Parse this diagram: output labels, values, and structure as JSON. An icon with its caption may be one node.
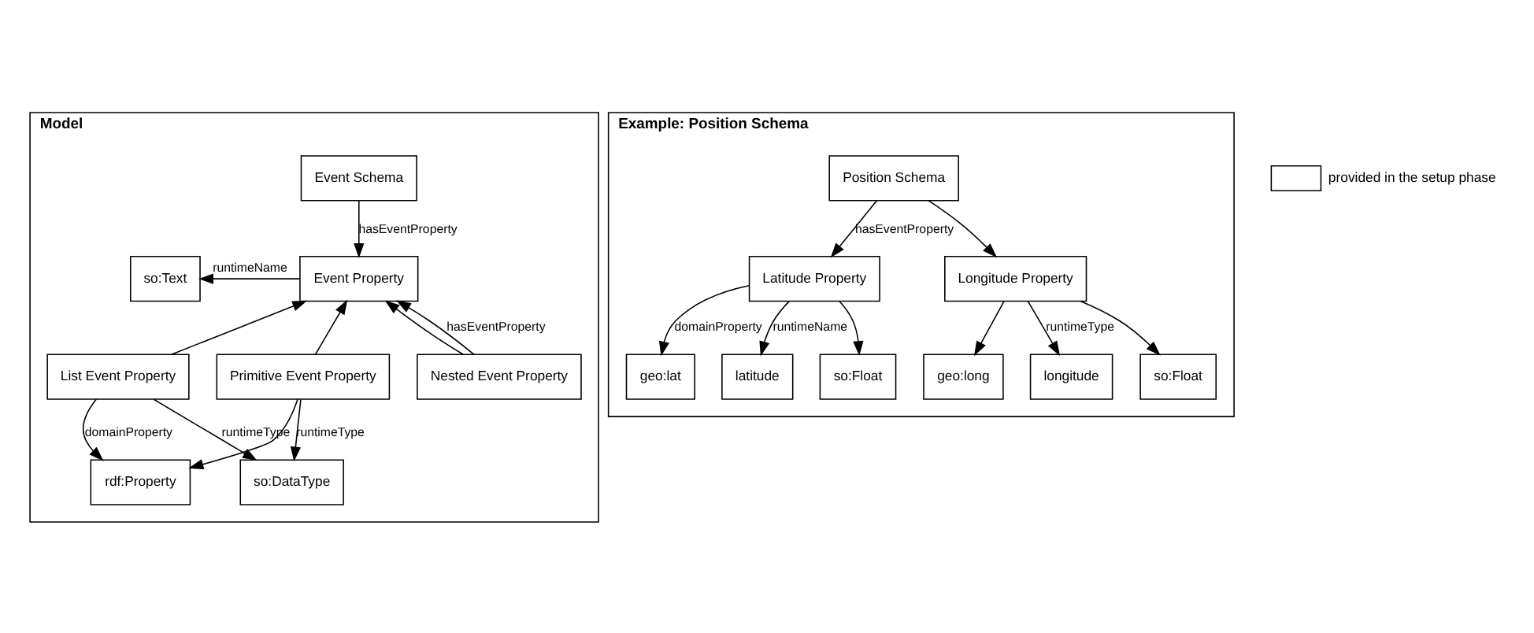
{
  "diagram": {
    "nodes": [
      {
        "text": [
          "Model"
        ]
      },
      {
        "text": [
          "Event Schema"
        ],
        "in": 0
      },
      {
        "text": [
          "so:Text"
        ],
        "in": 0
      },
      {
        "text": [
          "Event Property"
        ],
        "in": 0
      },
      {
        "text": [
          "List Event Property"
        ],
        "in": 0
      },
      {
        "text": [
          "Primitive Event Property"
        ],
        "in": 0
      },
      {
        "text": [
          "Nested Event Property"
        ],
        "in": 0
      },
      {
        "text": [
          "rdf:Property"
        ],
        "in": 0
      },
      {
        "text": [
          "so:DataType"
        ],
        "in": 0
      },
      {
        "text": [
          "Example: Position Schema"
        ]
      },
      {
        "text": [
          "Position Schema"
        ],
        "in": 9
      },
      {
        "text": [
          "Latitude Property"
        ],
        "in": 9
      },
      {
        "text": [
          "Longitude Property"
        ],
        "in": 9
      },
      {
        "text": [
          "latitude"
        ],
        "in": 9
      },
      {
        "text": [
          "so:Float"
        ],
        "in": 9
      },
      {
        "text": [
          "geo:lat"
        ],
        "in": 9
      },
      {
        "text": [
          "longitude"
        ],
        "in": 9
      },
      {
        "text": [
          "so:Float"
        ],
        "in": 9
      },
      {
        "text": [
          "geo:long"
        ],
        "in": 9
      }
    ],
    "edges": [
      {
        "from": 1,
        "to": 3,
        "arrow": "to",
        "label": "hasEventProperty"
      },
      {
        "from": 3,
        "to": 2,
        "arrow": "to",
        "label": "runtimeName"
      },
      {
        "from": 4,
        "to": 3,
        "arrow": "to"
      },
      {
        "from": 5,
        "to": 3,
        "arrow": "to"
      },
      {
        "from": 6,
        "to": 3,
        "arrow": "to"
      },
      {
        "from": 6,
        "to": 3,
        "arrow": "to",
        "label": "hasEventProperty"
      },
      {
        "from": 4,
        "to": 7,
        "arrow": "to",
        "label": "domainProperty"
      },
      {
        "from": 5,
        "to": 7,
        "arrow": "to"
      },
      {
        "from": 4,
        "to": 8,
        "arrow": "to",
        "label": "runtimeType"
      },
      {
        "from": 5,
        "to": 8,
        "arrow": "to",
        "label": "runtimeType"
      },
      {
        "from": 10,
        "to": 11,
        "arrow": "to",
        "label": "hasEventProperty"
      },
      {
        "from": 10,
        "to": 12,
        "arrow": "to"
      },
      {
        "from": 11,
        "to": 13,
        "arrow": "to",
        "label": "runtimeName"
      },
      {
        "from": 11,
        "to": 14,
        "arrow": "to"
      },
      {
        "from": 11,
        "to": 15,
        "arrow": "to",
        "label": "domainProperty"
      },
      {
        "from": 12,
        "to": 16,
        "arrow": "to",
        "label": "runtimeType"
      },
      {
        "from": 12,
        "to": 17,
        "arrow": "to"
      },
      {
        "from": 12,
        "to": 18,
        "arrow": "to"
      }
    ],
    "legend": [
      {
        "text": "provided in the setup phase"
      }
    ]
  }
}
